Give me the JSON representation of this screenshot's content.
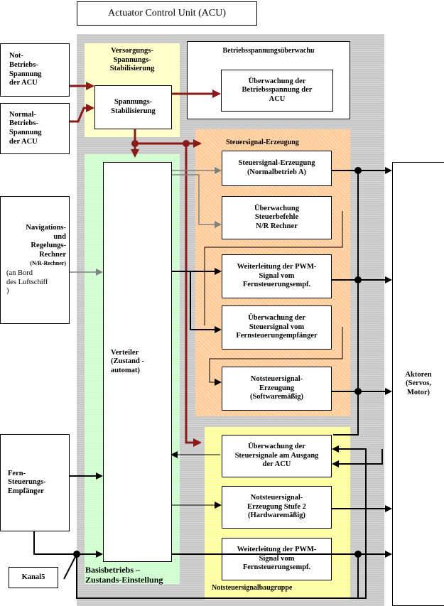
{
  "title": "Actuator Control Unit (ACU)",
  "inputs": {
    "not_spannung": "Not-\nBetriebs-\nSpannung\nder ACU",
    "normal_spannung": "Normal-\nBetriebs-\nSpannung\nder ACU",
    "nr_rechner_main": "Navigations-\nund\nRegelungs-\nRechner",
    "nr_rechner_abbr": "(N/R-Rechner)",
    "nr_rechner_bord": "(an Bord\ndes Luftschiff\n)",
    "fernsteuerung": "Fern-\nSteuerungs-\nEmpfänger",
    "kanal": "Kanal5"
  },
  "regions": {
    "versorgung": "Versorgungs-\nSpannungs-\nStabilisierung",
    "betriebsueberwachung": "Betriebsspannungsüberwachu",
    "steuersignal": "Steuersignal-Erzeugung",
    "basis": "Basisbetriebs –\nZustands-Einstellung",
    "notsteuer": "Notsteuersignalbaugruppe"
  },
  "blocks": {
    "stabilisierung": "Spannungs-\nStabilisierung",
    "ueberwachung_betrieb": "Überwachung der\nBetriebsspannung der\nACU",
    "verteiler": "Verteiler\n(Zustand    -\nautomat)",
    "normalbetrieb": "Steuersignal-Erzeugung\n(Normalbetrieb A)",
    "ueberwachung_nr": "Überwachung\nSteuerbefehle\nN/R Rechner",
    "pwm_weiter_1": "Weiterleitung der PWM-\nSignal vom\nFernsteuerungsempf.",
    "ueberwachung_fs": "Überwachung der\nSteuersignal vom\nFernsteuerungempfänger",
    "notsteuer_sw": "Notsteuersignal-\nErzeugung\n(Softwaremäßig)",
    "ueberwachung_ausgang": "Überwachung der\nSteuersignale am Ausgang\nder ACU",
    "notsteuer_hw": "Notsteuersignal-\nErzeugung   Stufe 2\n(Hardwaremäßig)",
    "pwm_weiter_2": "Weiterleitung der PWM-\nSignal vom\nFernsteuerungsempf."
  },
  "output": "Aktoren\n(Servos,\nMotor)",
  "colors": {
    "acu_background": "#c8c8c8",
    "versorgung_fill": "#ffffcc",
    "steuersignal_fill": "#ffcc99",
    "basis_fill": "#ccffcc",
    "notsteuer_fill": "#ffff99",
    "power_line": "#8b1a1a",
    "arrow_gray": "#808080"
  }
}
